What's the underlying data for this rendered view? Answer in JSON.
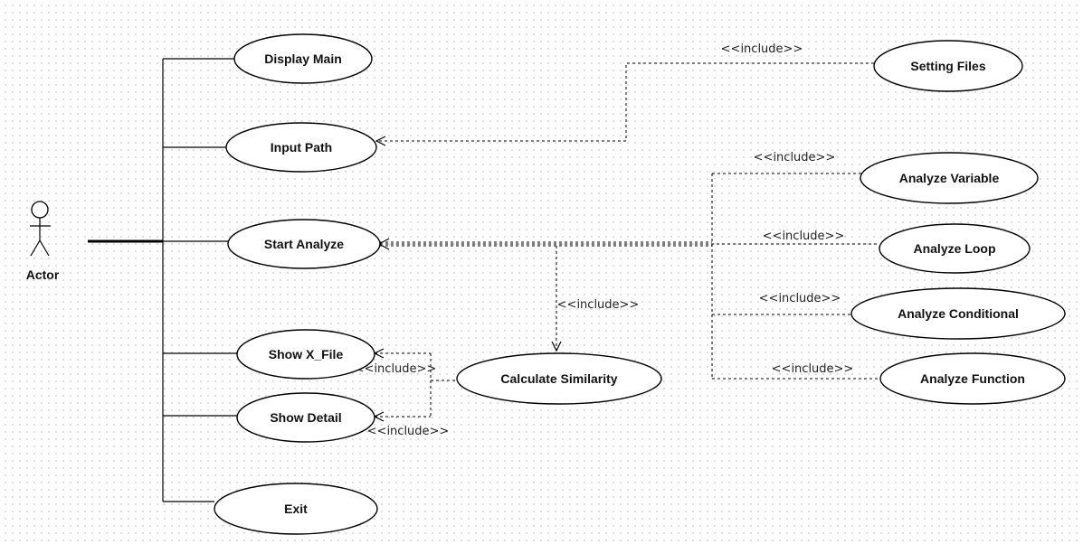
{
  "actor": {
    "label": "Actor"
  },
  "use_cases": {
    "display_main": "Display Main",
    "input_path": "Input Path",
    "start_analyze": "Start Analyze",
    "show_x_file": "Show X_File",
    "show_detail": "Show Detail",
    "exit": "Exit",
    "setting_files": "Setting Files",
    "analyze_variable": "Analyze Variable",
    "analyze_loop": "Analyze Loop",
    "analyze_conditional": "Analyze Conditional",
    "analyze_function": "Analyze Function",
    "calculate_similarity": "Calculate Similarity"
  },
  "relations": {
    "include_label": "<<include>>"
  }
}
